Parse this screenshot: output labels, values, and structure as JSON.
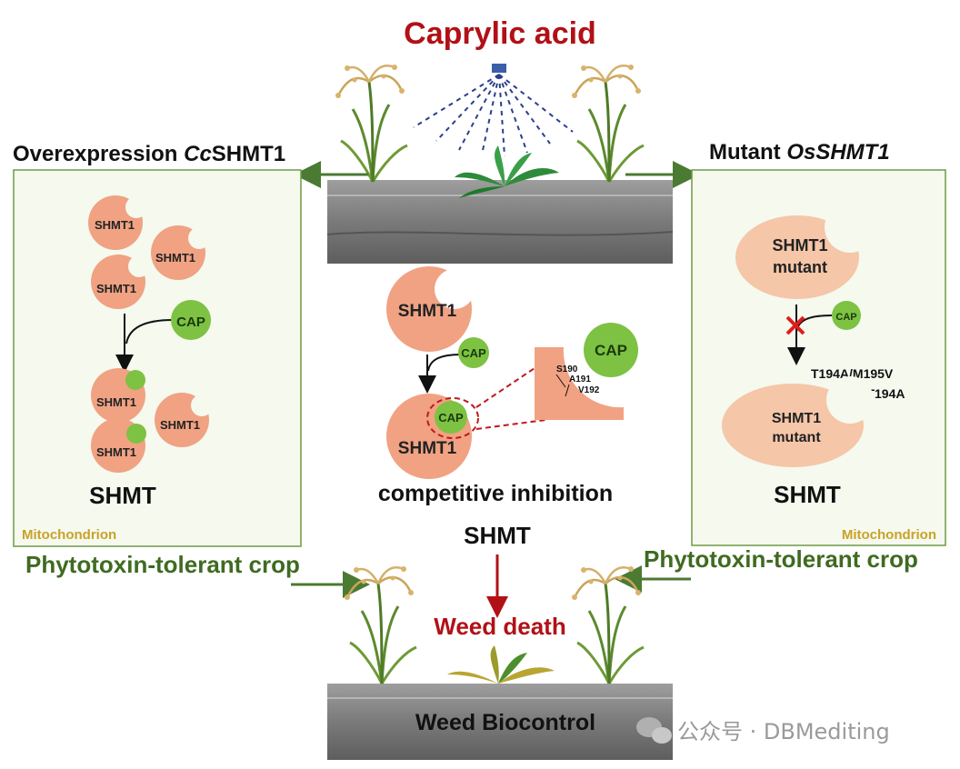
{
  "title": "Caprylic acid",
  "left_panel": {
    "heading_prefix": "Overexpression ",
    "heading_italic": "Cc",
    "heading_suffix": "SHMT1",
    "enzymes_before": [
      "SHMT1",
      "SHMT1",
      "SHMT1"
    ],
    "cap_label": "CAP",
    "enzymes_after": [
      "SHMT1",
      "SHMT1",
      "SHMT1"
    ],
    "shmt_label": "SHMT",
    "organelle": "Mitochondrion"
  },
  "right_panel": {
    "heading_prefix": "Mutant ",
    "heading_italic": "OsSHMT1",
    "mutant_line1": "SHMT1",
    "mutant_line2": "mutant",
    "cap_label": "CAP",
    "mutations_line1": "T194A/M195V",
    "mutations_line2": "D209N  T194A",
    "shmt_label": "SHMT",
    "organelle": "Mitochondrion"
  },
  "center": {
    "enzyme_label": "SHMT1",
    "cap_label": "CAP",
    "bound_enzyme_label": "SHMT1",
    "bound_cap_label": "CAP",
    "zoom_cap_label": "CAP",
    "residues": [
      "S190",
      "A191",
      "V192"
    ],
    "mechanism": "competitive inhibition",
    "shmt_label": "SHMT",
    "outcome": "Weed death"
  },
  "crop_left": "Phytotoxin-tolerant crop",
  "crop_right": "Phytotoxin-tolerant crop",
  "bottom_label": "Weed Biocontrol",
  "watermark": "公众号 · DBMediting",
  "colors": {
    "title_red": "#b11116",
    "crop_green": "#3f6b21",
    "arrow_green": "#4b7a33",
    "enzyme": "#f0a283",
    "enzyme_mutant": "#f5c6a8",
    "cap_green": "#7dc242",
    "organelle_gold": "#c9a227",
    "panel_bg": "#f5f9ee"
  }
}
